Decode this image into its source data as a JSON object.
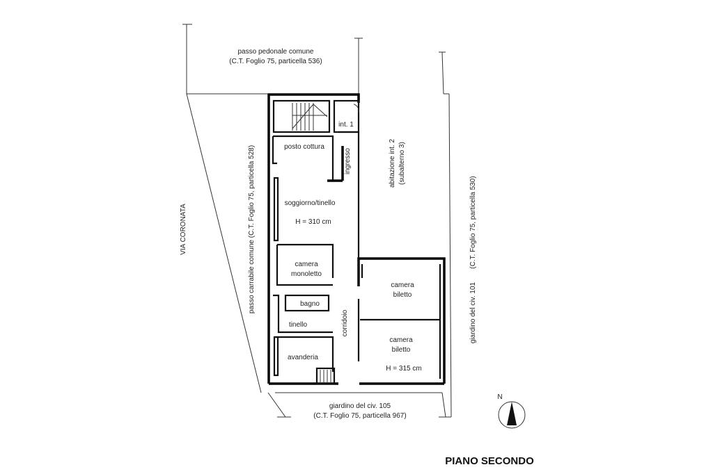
{
  "labels": {
    "top_passage_1": "passo pedonale comune",
    "top_passage_2": "(C.T. Foglio 75, particella 536)",
    "left_street": "VIA CORONATA",
    "left_passage_1": "passo carrabile comune (C.T. Foglio 75, particella 528)",
    "right_dwelling_1": "abitazione int. 2",
    "right_dwelling_2": "(subalterno 3)",
    "right_garden_1": "giardino del civ. 101",
    "right_garden_2": "(C.T. Foglio 75, particella 530)",
    "bottom_garden_1": "giardino del civ. 105",
    "bottom_garden_2": "(C.T. Foglio 75, particella 967)",
    "north": "N",
    "title": "PIANO SECONDO"
  },
  "rooms": {
    "int": "int. 1",
    "ingresso": "ingresso",
    "posto_cottura": "posto cottura",
    "soggiorno_1": "soggiorno/tinello",
    "soggiorno_2": "H = 310 cm",
    "camera_mono_1": "camera",
    "camera_mono_2": "monoletto",
    "bagno": "bagno",
    "ripostiglio": "tinello",
    "corridoio": "corridoio",
    "veranda": "avanderia",
    "camera_bil1_1": "camera",
    "camera_bil1_2": "biletto",
    "camera_bil2_1": "camera",
    "camera_bil2_2": "biletto",
    "camera_bil2_3": "H = 315 cm"
  }
}
